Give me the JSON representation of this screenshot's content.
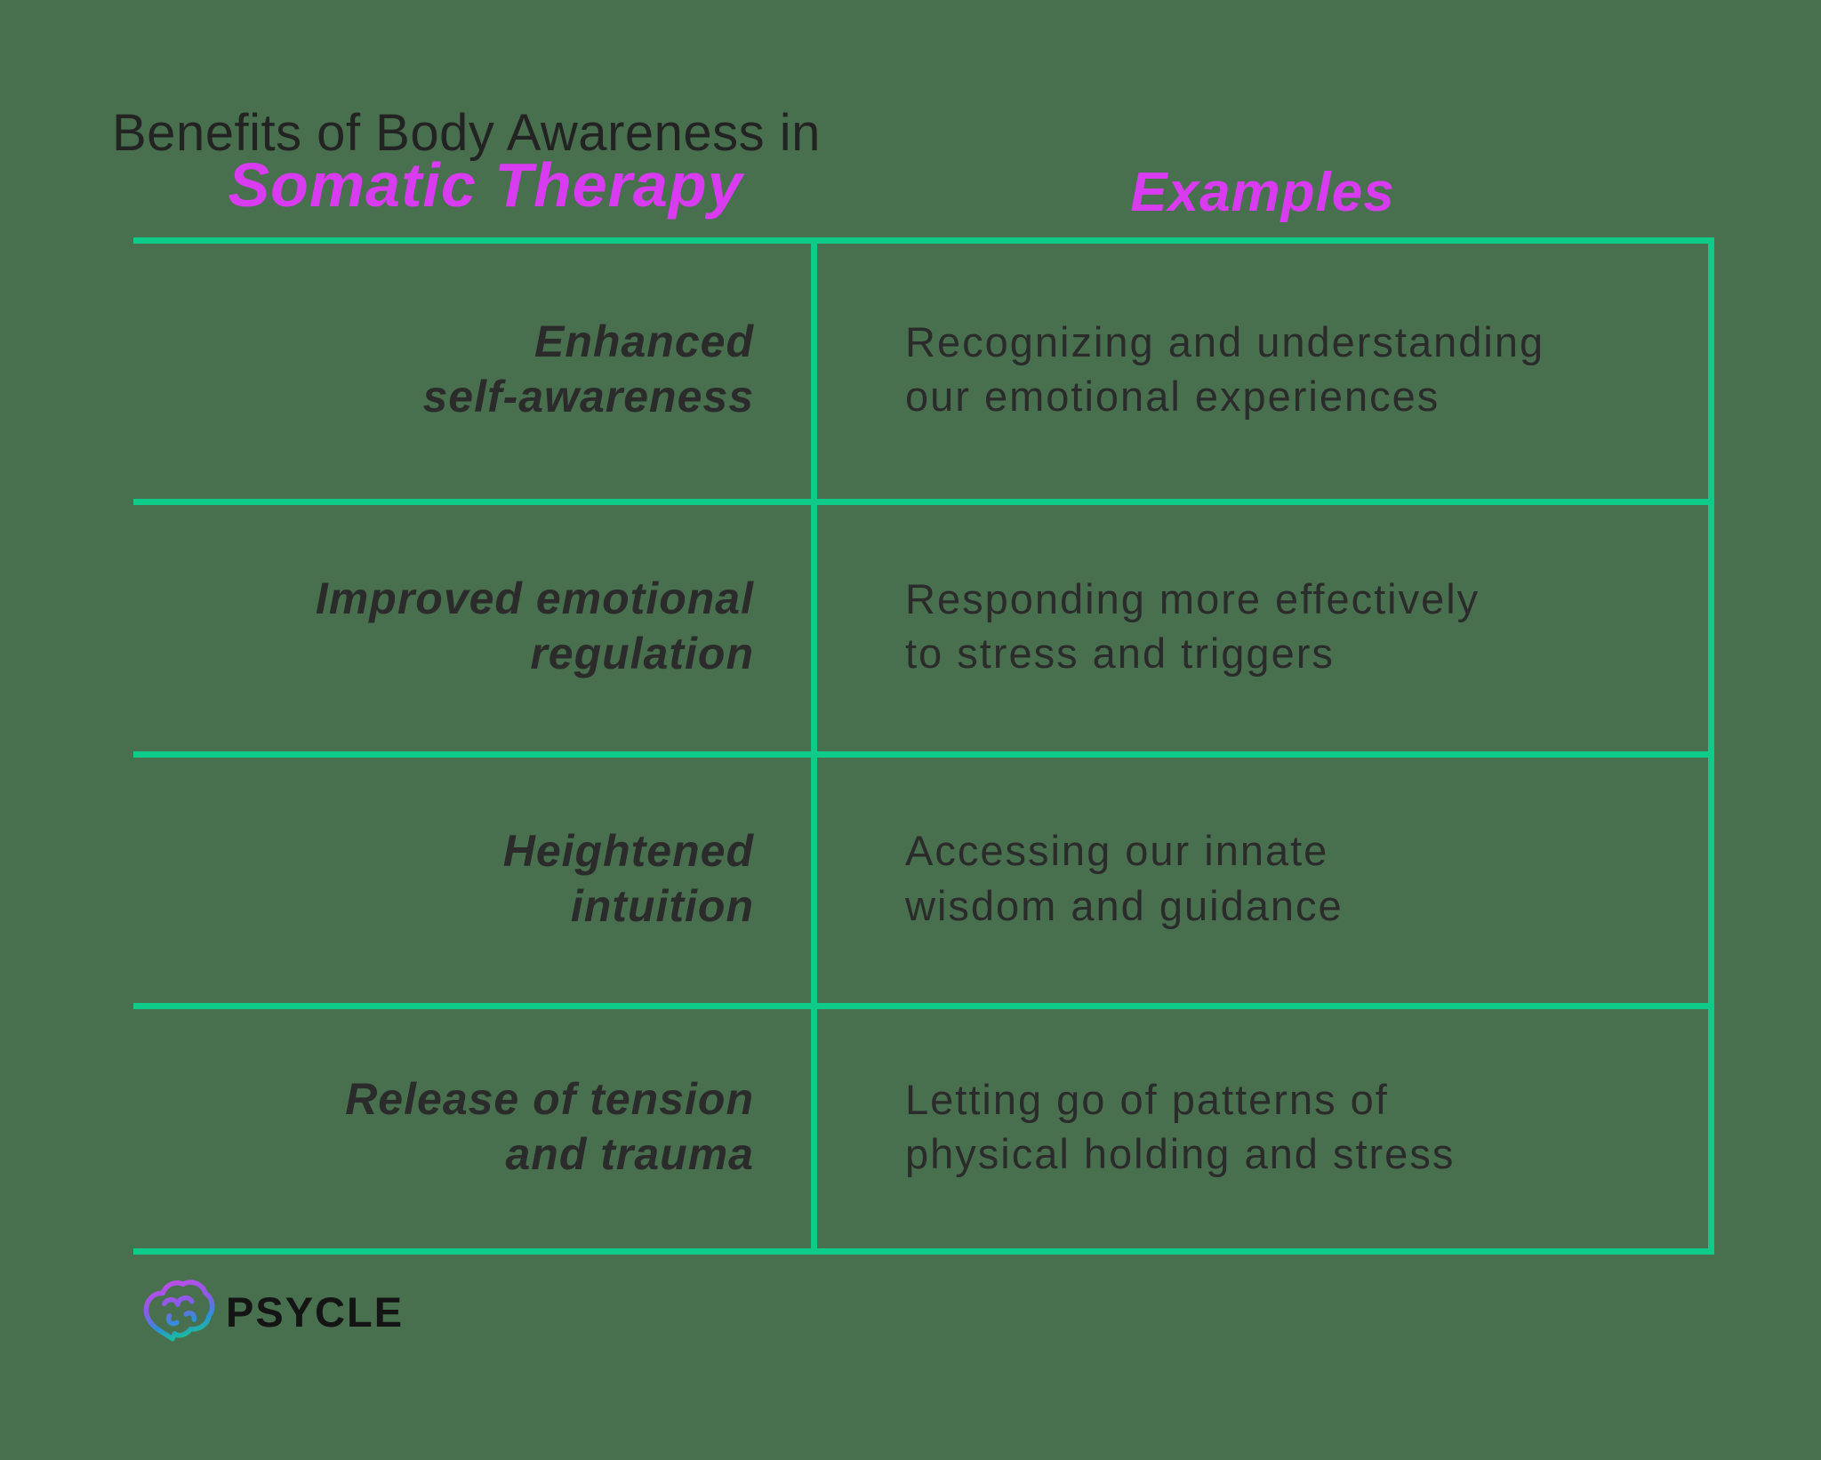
{
  "title": {
    "line1": "Benefits of Body Awareness in",
    "line2": "Somatic Therapy"
  },
  "column_headers": {
    "examples": "Examples"
  },
  "table": {
    "rows": [
      {
        "benefit": "Enhanced\nself-awareness",
        "example": "Recognizing and understanding\nour emotional experiences"
      },
      {
        "benefit": "Improved emotional\nregulation",
        "example": "Responding more effectively\nto stress and triggers"
      },
      {
        "benefit": "Heightened\nintuition",
        "example": "Accessing our innate\nwisdom and guidance"
      },
      {
        "benefit": "Release of tension\nand trauma",
        "example": "Letting go of patterns of\nphysical holding and stress"
      }
    ]
  },
  "footer": {
    "brand": "PSYCLE",
    "logo_icon": "brain-gradient-icon"
  },
  "colors": {
    "background": "#48704E",
    "grid_line": "#0ECB8A",
    "heading_accent": "#D93CF0",
    "text_dark": "#2B2B2B",
    "brand_text": "#141414"
  },
  "chart_data": {
    "type": "table",
    "title": "Benefits of Body Awareness in Somatic Therapy",
    "columns": [
      "Benefits of Body Awareness in Somatic Therapy",
      "Examples"
    ],
    "rows": [
      [
        "Enhanced self-awareness",
        "Recognizing and understanding our emotional experiences"
      ],
      [
        "Improved emotional regulation",
        "Responding more effectively to stress and triggers"
      ],
      [
        "Heightened intuition",
        "Accessing our innate wisdom and guidance"
      ],
      [
        "Release of tension and trauma",
        "Letting go of patterns of physical holding and stress"
      ]
    ],
    "layout": {
      "grid": "horizontal row separators, center column divider, right outer border, no left border",
      "benefit_column_align": "right",
      "example_column_align": "left"
    }
  }
}
